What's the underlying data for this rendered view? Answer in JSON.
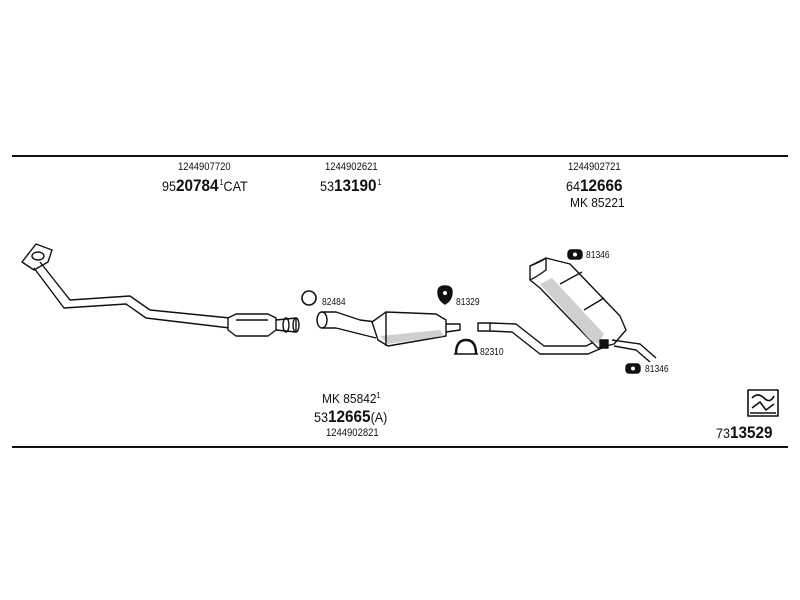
{
  "colors": {
    "line": "#111111",
    "fill": "#ffffff",
    "shade": "#cfcfcf"
  },
  "parts": {
    "front_pipe": {
      "oem": "1244907720",
      "prefix": "95",
      "number": "20784",
      "sup": "1",
      "suffix": "CAT"
    },
    "center_pipe": {
      "oem": "1244902621",
      "prefix": "53",
      "number": "13190",
      "sup": "1"
    },
    "rear_muffler": {
      "oem": "1244902721",
      "prefix": "64",
      "number": "12666",
      "mk": "MK  85221"
    },
    "middle_silencer": {
      "mk": "MK  85842",
      "mk_sup": "1",
      "prefix": "53",
      "number": "12665",
      "suffix": "(A)",
      "oem": "1244902821"
    }
  },
  "fittings": {
    "ring": "82484",
    "rubber_mount_center": "81329",
    "clamp": "82310",
    "rubber_mount_top": "81346",
    "rubber_mount_bottom": "81346"
  },
  "kit": {
    "prefix": "73",
    "number": "13529",
    "icon": "kit-box-icon"
  }
}
